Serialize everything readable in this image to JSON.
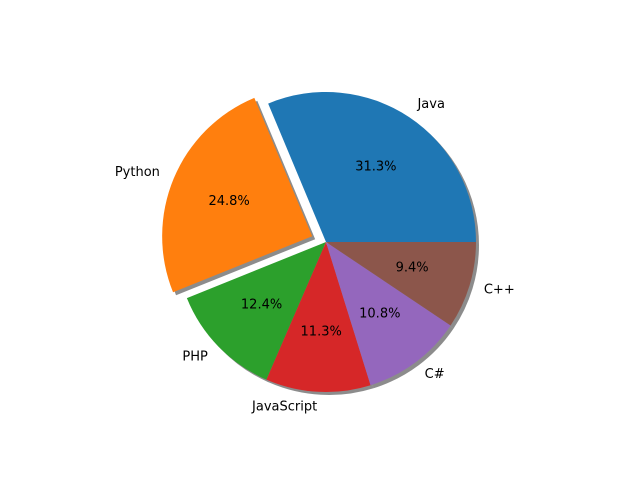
{
  "chart_data": {
    "type": "pie",
    "title": "",
    "slices": [
      {
        "label": "Java",
        "value": 31.3,
        "pct_label": "31.3%",
        "color": "#1f77b4",
        "exploded": false
      },
      {
        "label": "Python",
        "value": 24.8,
        "pct_label": "24.8%",
        "color": "#ff7f0e",
        "exploded": true
      },
      {
        "label": "PHP",
        "value": 12.4,
        "pct_label": "12.4%",
        "color": "#2ca02c",
        "exploded": false
      },
      {
        "label": "JavaScript",
        "value": 11.3,
        "pct_label": "11.3%",
        "color": "#d62728",
        "exploded": false
      },
      {
        "label": "C#",
        "value": 10.8,
        "pct_label": "10.8%",
        "color": "#9467bd",
        "exploded": false
      },
      {
        "label": "C++",
        "value": 9.4,
        "pct_label": "9.4%",
        "color": "#8c564b",
        "exploded": false
      }
    ],
    "start_angle_deg": 0,
    "direction": "counterclockwise",
    "shadow": true,
    "legend": "none"
  }
}
